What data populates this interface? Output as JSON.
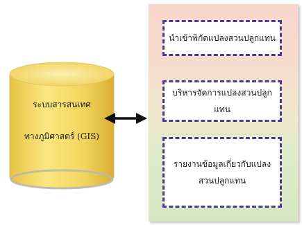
{
  "database": {
    "icon": "database-cylinder-icon",
    "line1": "ระบบสารสนเทศ",
    "line2": "ทางภูมิศาสตร์ (GIS)",
    "fill_color": "#f6dd6c"
  },
  "connector": {
    "icon": "double-headed-arrow-icon"
  },
  "panel": {
    "border_color": "#4c3a8e",
    "boxes": [
      {
        "text": "นำเข้าพิกัดแปลงสวนปลูกแทน"
      },
      {
        "text": "บริหารจัดการแปลงสวนปลูกแทน"
      },
      {
        "text": "รายงานข้อมูลเกี่ยวกับแปลง\nสวนปลูกแทน"
      }
    ]
  }
}
